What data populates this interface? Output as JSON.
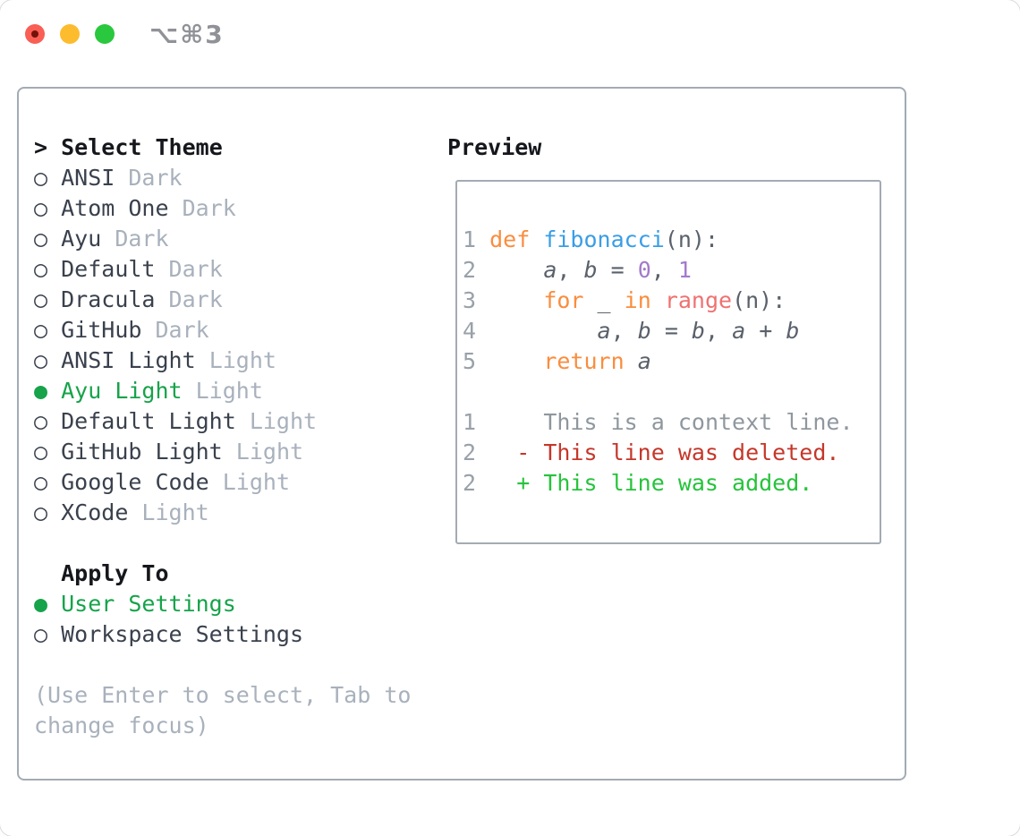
{
  "window": {
    "shortcut_label": "⌥⌘3"
  },
  "theme_picker": {
    "prompt_char": ">",
    "title": "Select Theme",
    "radio_selected_char": "●",
    "radio_unselected_char": "○",
    "items": [
      {
        "name": "ANSI",
        "tag": "Dark",
        "selected": false
      },
      {
        "name": "Atom One",
        "tag": "Dark",
        "selected": false
      },
      {
        "name": "Ayu",
        "tag": "Dark",
        "selected": false
      },
      {
        "name": "Default",
        "tag": "Dark",
        "selected": false
      },
      {
        "name": "Dracula",
        "tag": "Dark",
        "selected": false
      },
      {
        "name": "GitHub",
        "tag": "Dark",
        "selected": false
      },
      {
        "name": "ANSI Light",
        "tag": "Light",
        "selected": false
      },
      {
        "name": "Ayu Light",
        "tag": "Light",
        "selected": true
      },
      {
        "name": "Default Light",
        "tag": "Light",
        "selected": false
      },
      {
        "name": "GitHub Light",
        "tag": "Light",
        "selected": false
      },
      {
        "name": "Google Code",
        "tag": "Light",
        "selected": false
      },
      {
        "name": "XCode",
        "tag": "Light",
        "selected": false
      }
    ]
  },
  "apply_to": {
    "title": "Apply To",
    "options": [
      {
        "label": "User Settings",
        "selected": true
      },
      {
        "label": "Workspace Settings",
        "selected": false
      }
    ]
  },
  "hint": {
    "line1": "(Use Enter to select, Tab to",
    "line2": "change focus)"
  },
  "preview": {
    "title": "Preview",
    "code_lines": [
      {
        "num": "1",
        "tokens": [
          {
            "t": "def ",
            "c": "kw"
          },
          {
            "t": "fibonacci",
            "c": "fn"
          },
          {
            "t": "(n):",
            "c": "plain"
          }
        ]
      },
      {
        "num": "2",
        "tokens": [
          {
            "t": "    ",
            "c": "plain"
          },
          {
            "t": "a",
            "c": "var"
          },
          {
            "t": ", ",
            "c": "plain"
          },
          {
            "t": "b",
            "c": "var"
          },
          {
            "t": " = ",
            "c": "plain"
          },
          {
            "t": "0",
            "c": "num"
          },
          {
            "t": ", ",
            "c": "plain"
          },
          {
            "t": "1",
            "c": "num"
          }
        ]
      },
      {
        "num": "3",
        "tokens": [
          {
            "t": "    ",
            "c": "plain"
          },
          {
            "t": "for",
            "c": "kw"
          },
          {
            "t": " _ ",
            "c": "plain"
          },
          {
            "t": "in",
            "c": "kw"
          },
          {
            "t": " ",
            "c": "plain"
          },
          {
            "t": "range",
            "c": "call"
          },
          {
            "t": "(n):",
            "c": "plain"
          }
        ]
      },
      {
        "num": "4",
        "tokens": [
          {
            "t": "        ",
            "c": "plain"
          },
          {
            "t": "a",
            "c": "var"
          },
          {
            "t": ", ",
            "c": "plain"
          },
          {
            "t": "b",
            "c": "var"
          },
          {
            "t": " = ",
            "c": "plain"
          },
          {
            "t": "b",
            "c": "var"
          },
          {
            "t": ", ",
            "c": "plain"
          },
          {
            "t": "a",
            "c": "var"
          },
          {
            "t": " + ",
            "c": "plain"
          },
          {
            "t": "b",
            "c": "var"
          }
        ]
      },
      {
        "num": "5",
        "tokens": [
          {
            "t": "    ",
            "c": "plain"
          },
          {
            "t": "return",
            "c": "kw"
          },
          {
            "t": " ",
            "c": "plain"
          },
          {
            "t": "a",
            "c": "var"
          }
        ]
      },
      {
        "num": "",
        "tokens": []
      },
      {
        "num": "1",
        "tokens": [
          {
            "t": "    This is ",
            "c": "ctx"
          },
          {
            "t": "a",
            "c": "ctx"
          },
          {
            "t": " context line.",
            "c": "ctx"
          }
        ]
      },
      {
        "num": "2",
        "tokens": [
          {
            "t": "  - This line was deleted.",
            "c": "del"
          }
        ]
      },
      {
        "num": "2",
        "tokens": [
          {
            "t": "  + This line was added.",
            "c": "add"
          }
        ]
      }
    ]
  },
  "colors": {
    "selected_green": "#16a34a",
    "added_green": "#26c33b",
    "deleted_red": "#c5372a",
    "keyword_orange": "#fa8d3e",
    "function_blue": "#399ee6",
    "number_purple": "#a37acc",
    "call_coral": "#f07171",
    "plain_code": "#5a616b",
    "context_gray": "#8f979e",
    "line_number_gray": "#99a1a9",
    "muted_gray": "#a8b1bc",
    "text_dark": "#3a414d",
    "heading_black": "#15171c",
    "border_gray": "#a3abb4",
    "traffic_red": "#f95f55",
    "traffic_red_dot": "#73110b",
    "traffic_yellow": "#fdbc2e",
    "traffic_green": "#2ac83e",
    "shortcut_gray": "#909298"
  }
}
